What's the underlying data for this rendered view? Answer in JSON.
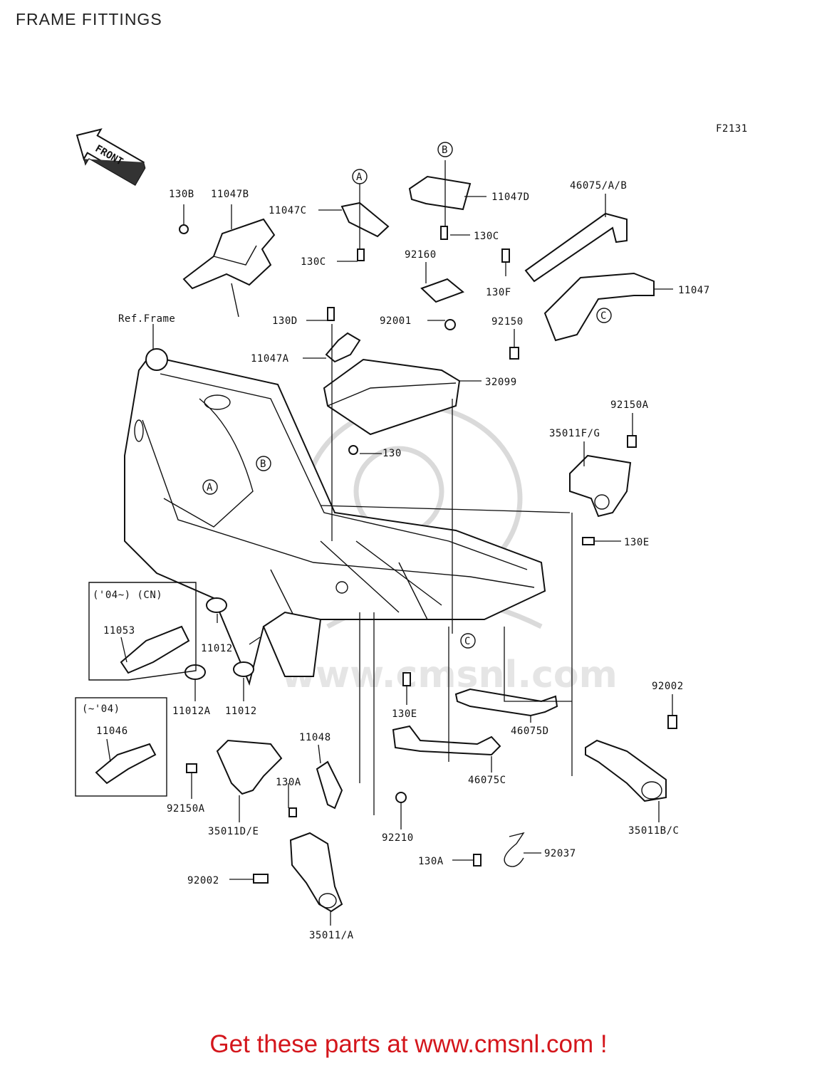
{
  "title": "FRAME FITTINGS",
  "figure_code": "F2131",
  "front_badge": "FRONT",
  "ref_frame": "Ref.Frame",
  "footer": "Get these parts at www.cmsnl.com !",
  "watermark": "www.cmsnl.com",
  "variants": {
    "v04cn": "('04~) (CN)",
    "v04": "(~'04)"
  },
  "callouts": {
    "a": "A",
    "b": "B",
    "c": "C"
  },
  "parts": {
    "p130B": "130B",
    "p11047B": "11047B",
    "p11047C": "11047C",
    "p130C_1": "130C",
    "p11047D": "11047D",
    "p130C_2": "130C",
    "p92160": "92160",
    "p46075AB": "46075/A/B",
    "p130F": "130F",
    "p11047": "11047",
    "p92150": "92150",
    "p130D": "130D",
    "p92001": "92001",
    "p11047A": "11047A",
    "p32099": "32099",
    "p92150A_1": "92150A",
    "p35011FG": "35011F/G",
    "p130": "130",
    "p130E_1": "130E",
    "p11053": "11053",
    "p11012_1": "11012",
    "p11012A": "11012A",
    "p11012_2": "11012",
    "p130E_2": "130E",
    "p92002_1": "92002",
    "p46075D": "46075D",
    "p11046": "11046",
    "p11048": "11048",
    "p46075C": "46075C",
    "p130A_1": "130A",
    "p92150A_2": "92150A",
    "p35011DE": "35011D/E",
    "p92210": "92210",
    "p35011BC": "35011B/C",
    "p130A_2": "130A",
    "p92037": "92037",
    "p92002_2": "92002",
    "p35011A": "35011/A"
  }
}
